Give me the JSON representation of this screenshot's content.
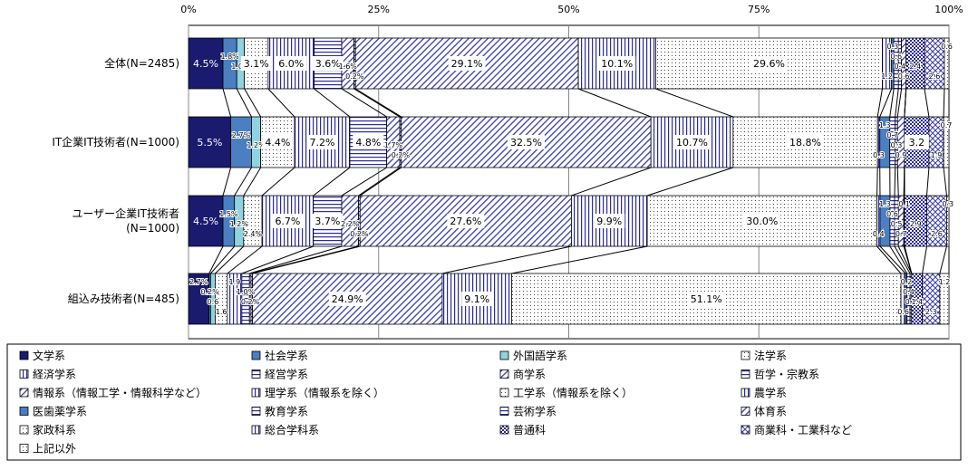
{
  "chart_data": {
    "type": "bar",
    "orientation": "horizontal",
    "stacked": "percent",
    "xlim": [
      0,
      100
    ],
    "x_ticks": [
      "0%",
      "25%",
      "50%",
      "75%",
      "100%"
    ],
    "grid": true,
    "legend_placement": "bottom",
    "categories": [
      "全体(N=2485)",
      "IT企業IT技術者(N=1000)",
      "ユーザー企業IT技術者\n(N=1000)",
      "組込み技術者(N=485)"
    ],
    "series": [
      {
        "name": "文学系",
        "values": [
          4.5,
          5.5,
          4.5,
          2.7
        ],
        "labels": [
          "4.5%",
          "5.5%",
          "4.5%",
          "2.7%"
        ],
        "color": "#1a1a6e",
        "pattern": "solid"
      },
      {
        "name": "社会学系",
        "values": [
          1.8,
          2.7,
          1.5,
          0.2
        ],
        "labels": [
          "1.8%",
          "2.7%",
          "1.5%",
          "0.2%"
        ],
        "color": "#4a7fc1",
        "pattern": "solid"
      },
      {
        "name": "外国語学系",
        "values": [
          1.0,
          1.2,
          1.2,
          0.6
        ],
        "labels": [
          "1.0%",
          "1.2%",
          "1.2%",
          "0.6"
        ],
        "color": "#8fd3e0",
        "pattern": "solid"
      },
      {
        "name": "法学系",
        "values": [
          3.1,
          4.4,
          2.4,
          1.6
        ],
        "labels": [
          "3.1%",
          "4.4%",
          "2.4%",
          "1.6"
        ],
        "color": "#ffffff",
        "pattern": "dots"
      },
      {
        "name": "経済学系",
        "values": [
          6.0,
          7.2,
          6.7,
          1.9
        ],
        "labels": [
          "6.0%",
          "7.2%",
          "6.7%",
          "1.9"
        ],
        "color": "#ffffff",
        "pattern": "vlines"
      },
      {
        "name": "経営学系",
        "values": [
          3.6,
          4.8,
          3.7,
          1.0
        ],
        "labels": [
          "3.6%",
          "4.8%",
          "3.7%",
          "1.0%"
        ],
        "color": "#ffffff",
        "pattern": "hlines"
      },
      {
        "name": "商学系",
        "values": [
          1.6,
          1.7,
          2.2,
          0.2
        ],
        "labels": [
          "1.6%",
          "1.7%",
          "2.2%",
          "0.2%"
        ],
        "color": "#ffffff",
        "pattern": "diag"
      },
      {
        "name": "哲学・宗教系",
        "values": [
          0.2,
          0.2,
          0.2,
          0.2
        ],
        "labels": [
          "0.2%",
          "0.2%",
          "0.2%",
          ""
        ],
        "color": "#ffffff",
        "pattern": "hlines"
      },
      {
        "name": "情報系（情報工学・情報科学など）",
        "values": [
          29.1,
          32.5,
          27.6,
          24.9
        ],
        "labels": [
          "29.1%",
          "32.5%",
          "27.6%",
          "24.9%"
        ],
        "color": "#ffffff",
        "pattern": "diag"
      },
      {
        "name": "理学系（情報系を除く）",
        "values": [
          10.1,
          10.7,
          9.9,
          9.1
        ],
        "labels": [
          "10.1%",
          "10.7%",
          "9.9%",
          "9.1%"
        ],
        "color": "#2a2aa0",
        "pattern": "vlines"
      },
      {
        "name": "工学系（情報系を除く）",
        "values": [
          29.6,
          18.8,
          30.0,
          51.1
        ],
        "labels": [
          "29.6%",
          "18.8%",
          "30.0%",
          "51.1%"
        ],
        "color": "#ffffff",
        "pattern": "dots"
      },
      {
        "name": "農学系",
        "values": [
          1.2,
          0.3,
          0.4,
          0.6
        ],
        "labels": [
          "1.2",
          "0.3",
          "0.4",
          "0.6"
        ],
        "color": "#2a2aa0",
        "pattern": "vlines"
      },
      {
        "name": "医歯薬学系",
        "values": [
          0.3,
          1.3,
          1.3,
          0.2
        ],
        "labels": [
          "0.3",
          "1.3",
          "1.3",
          "0.2"
        ],
        "color": "#4a7fc1",
        "pattern": "solid"
      },
      {
        "name": "教育学系",
        "values": [
          0.6,
          0.7,
          0.6,
          0.4
        ],
        "labels": [
          "0.6",
          "0.7",
          "0.6",
          "0.4"
        ],
        "color": "#ffffff",
        "pattern": "hlines"
      },
      {
        "name": "芸術学系",
        "values": [
          0.4,
          0.3,
          0.5,
          0.2
        ],
        "labels": [
          "0.4",
          "0.3",
          "0.5",
          "0.2"
        ],
        "color": "#ffffff",
        "pattern": "hlines"
      },
      {
        "name": "体育系",
        "values": [
          0.6,
          0.9,
          0.7,
          0.0
        ],
        "labels": [
          "0.6",
          "0.9",
          "0.7",
          ""
        ],
        "color": "#2a2aa0",
        "pattern": "diag"
      },
      {
        "name": "家政科系",
        "values": [
          0.0,
          0.0,
          0.1,
          0.0
        ],
        "labels": [
          "",
          "",
          "0.1",
          ""
        ],
        "color": "#ffffff",
        "pattern": "dots"
      },
      {
        "name": "総合学科系",
        "values": [
          0.0,
          0.0,
          0.0,
          0.0
        ],
        "labels": [
          "",
          "",
          "",
          ""
        ],
        "color": "#ffffff",
        "pattern": "vlines"
      },
      {
        "name": "普通科",
        "values": [
          2.4,
          3.2,
          2.9,
          1.4
        ],
        "labels": [
          "2.4",
          "3.2",
          "2.9",
          "1.4"
        ],
        "color": "#2a2aa0",
        "pattern": "checker"
      },
      {
        "name": "商業科・工業科など",
        "values": [
          2.6,
          1.9,
          2.6,
          2.3
        ],
        "labels": [
          "2.6",
          "1.9",
          "2.6",
          "2.3"
        ],
        "color": "#ffffff",
        "pattern": "cross"
      },
      {
        "name": "上記以外",
        "values": [
          0.6,
          0.7,
          0.3,
          1.2
        ],
        "labels": [
          "0.6",
          "0.7",
          "0.3",
          "1.2"
        ],
        "color": "#ffffff",
        "pattern": "dots"
      }
    ]
  }
}
